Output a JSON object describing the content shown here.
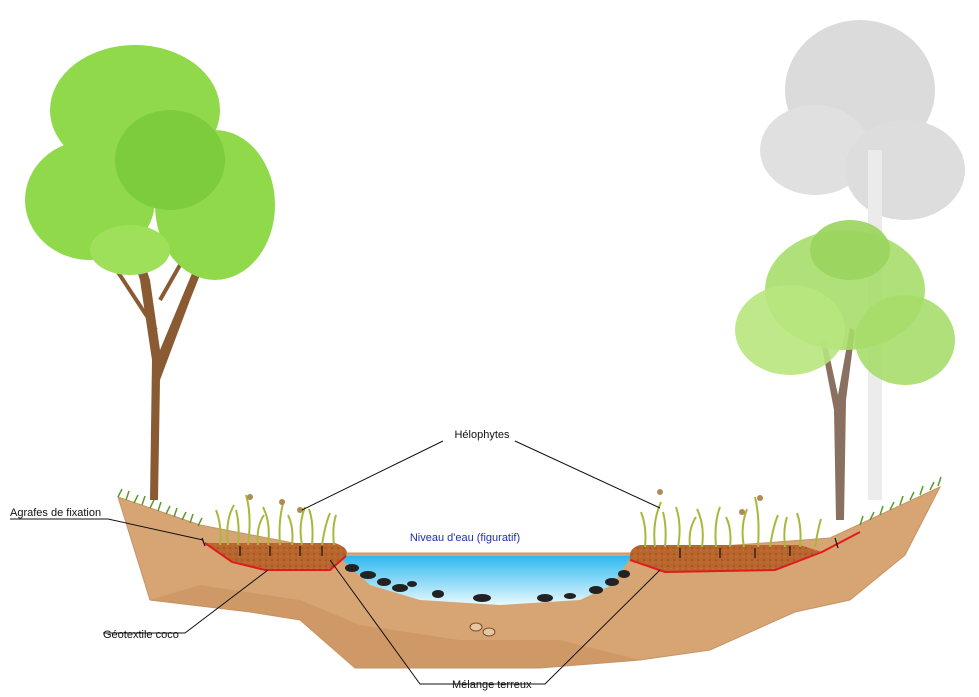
{
  "labels": {
    "helophytes": "Hélophytes",
    "agrafes": "Agrafes de fixation",
    "water_level": "Niveau d'eau (figuratif)",
    "geotextile": "Géotextile coco",
    "melange": "Mélange terreux"
  },
  "colors": {
    "soil": "#d7a574",
    "soil_shadow": "#c8915e",
    "terreux": "#b9662e",
    "geotextile_line": "#e01b1b",
    "water_top": "#2fb8ee",
    "water_bottom": "#dff6ff",
    "foliage": "#8fd94a",
    "trunk": "#8a5a33",
    "grass": "#5a9a2c"
  }
}
